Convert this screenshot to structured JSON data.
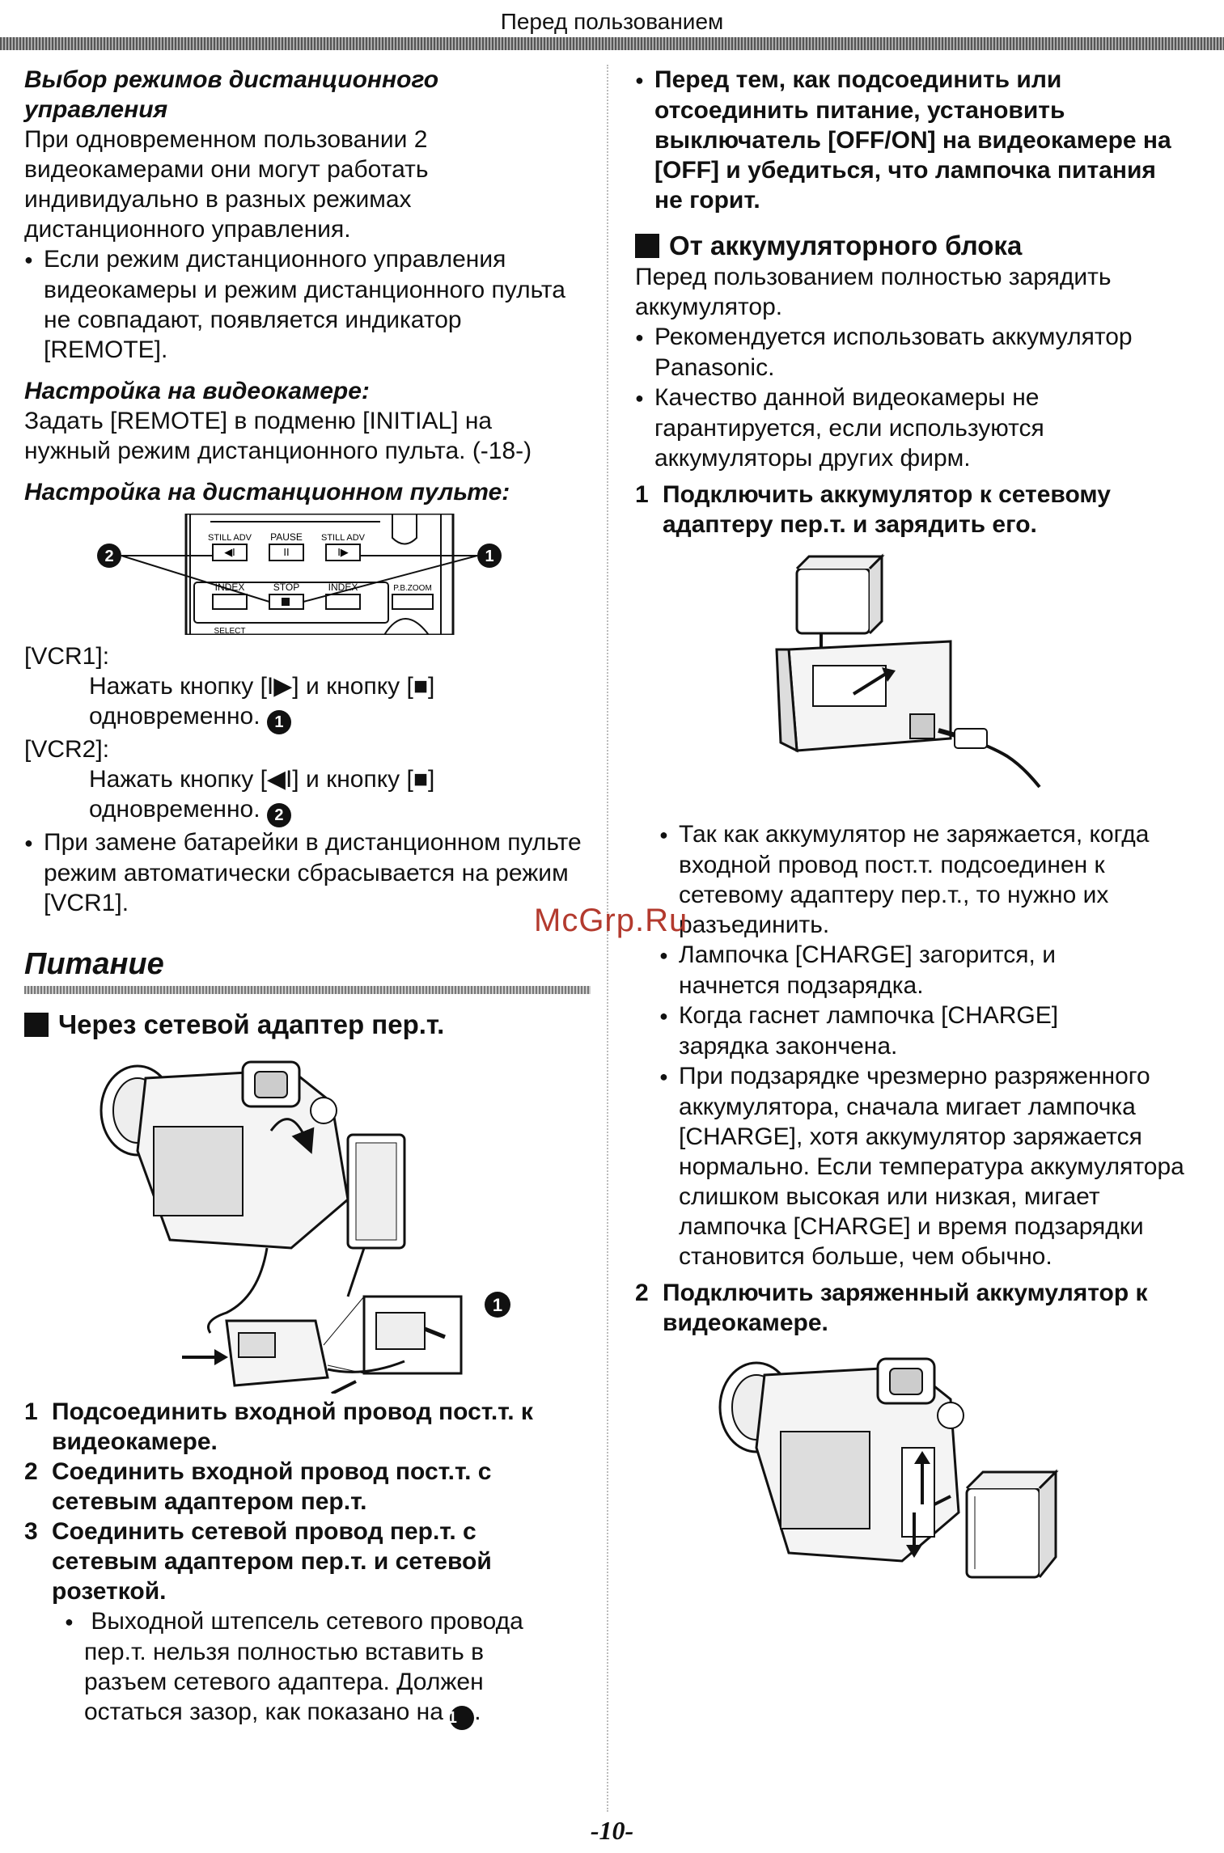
{
  "header": {
    "title": "Перед пользованием"
  },
  "left": {
    "remote_mode": {
      "title": "Выбор режимов дистанционного управления",
      "intro": "При одновременном пользовании 2 видеокамерами они могут работать индивидуально в разных режимах дистанционного управления.",
      "bullet": "Если режим дистанционного управления видеокамеры и режим дистанционного пульта не совпадают, появляется индикатор [REMOTE]."
    },
    "camera_setting": {
      "title": "Настройка на видеокамере:",
      "text": "Задать [REMOTE] в подменю [INITIAL] на нужный режим дистанционного пульта. (-18-)"
    },
    "remote_setting": {
      "title": "Настройка на дистанционном пульте:"
    },
    "remote_figure": {
      "btn_still_adv_left": "STILL ADV",
      "btn_pause": "PAUSE",
      "btn_still_adv_right": "STILL ADV",
      "btn_index_left": "INDEX",
      "btn_stop": "STOP",
      "btn_index_right": "INDEX",
      "btn_pb_zoom": "P.B.ZOOM",
      "btn_select": "SELECT",
      "marker_left": "2",
      "marker_right": "1"
    },
    "vcr1": {
      "label": "[VCR1]:",
      "text": "Нажать кнопку [I▶] и кнопку [■] одновременно.",
      "marker": "1"
    },
    "vcr2": {
      "label": "[VCR2]:",
      "text": "Нажать кнопку [◀I] и кнопку [■] одновременно.",
      "marker": "2"
    },
    "battery_bullet": "При замене батарейки в дистанционном пульте режим автоматически сбрасывается на режим [VCR1].",
    "power": {
      "title": "Питание",
      "ac_heading": "Через сетевой адаптер пер.т.",
      "fig_marker": "1",
      "steps": [
        {
          "n": "1",
          "text": "Подсоединить входной провод пост.т. к видеокамере."
        },
        {
          "n": "2",
          "text": "Соединить входной провод пост.т. с сетевым адаптером пер.т."
        },
        {
          "n": "3",
          "text": "Соединить сетевой провод пер.т. с сетевым адаптером пер.т. и сетевой розеткой."
        }
      ],
      "step3_bullet": "Выходной штепсель сетевого провода пер.т. нельзя полностью вставить в разъем сетевого адаптера. Должен остаться зазор, как показано на",
      "step3_marker": "1"
    }
  },
  "right": {
    "top_bullet": "Перед тем, как подсоединить или отсоединить питание, установить выключатель [OFF/ON] на видеокамере на [OFF] и убедиться, что лампочка питания не горит.",
    "battery": {
      "heading": "От аккумуляторного блока",
      "intro": "Перед пользованием полностью зарядить аккумулятор.",
      "bullets": [
        "Рекомендуется использовать аккумулятор Panasonic.",
        "Качество данной видеокамеры не гарантируется, если используются аккумуляторы других фирм."
      ],
      "step1": {
        "n": "1",
        "text": "Подключить аккумулятор к сетевому адаптеру пер.т. и зарядить его."
      },
      "step1_bullets": [
        "Так как аккумулятор не заряжается, когда входной провод пост.т. подсоединен к сетевому адаптеру пер.т., то нужно их разъединить.",
        "Лампочка [CHARGE] загорится, и начнется подзарядка.",
        "Когда гаснет лампочка [CHARGE] зарядка закончена.",
        "При подзарядке чрезмерно разряженного аккумулятора, сначала мигает лампочка [CHARGE], хотя аккумулятор заряжается нормально. Если температура аккумулятора слишком высокая или низкая, мигает лампочка [CHARGE] и время подзарядки становится больше, чем обычно."
      ],
      "step2": {
        "n": "2",
        "text": "Подключить заряженный аккумулятор к видеокамере."
      }
    }
  },
  "watermark": "McGrp.Ru",
  "page_number": "-10-"
}
